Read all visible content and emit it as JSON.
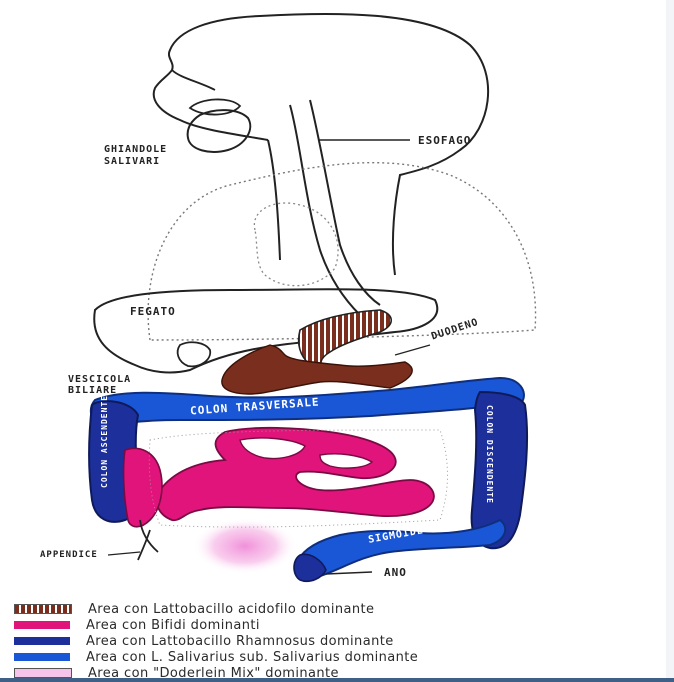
{
  "labels": {
    "salivary": "GHIANDOLE\nSALIVARI",
    "esophagus": "ESOFAGO",
    "liver": "FEGATO",
    "gallbladder": "VESCICOLA\nBILIARE",
    "duodenum": "DUODENO",
    "transverse_colon": "COLON TRASVERSALE",
    "ascending_colon": "COLON ASCENDENTE",
    "descending_colon": "COLON DISCENDENTE",
    "sigmoid": "SIGMOIDE",
    "appendix": "APPENDICE",
    "anus": "ANO"
  },
  "legend": [
    {
      "text": "Area con Lattobacillo acidofilo dominante",
      "color": "#7a2f1e",
      "pattern": "striped"
    },
    {
      "text": "Area con Bifidi dominanti",
      "color": "#e0147a",
      "pattern": "solid"
    },
    {
      "text": "Area con Lattobacillo Rhamnosus dominante",
      "color": "#1d2f9a",
      "pattern": "solid"
    },
    {
      "text": "Area con L. Salivarius sub. Salivarius dominante",
      "color": "#1a57d6",
      "pattern": "solid"
    },
    {
      "text": "Area con \"Doderlein Mix\" dominante",
      "color": "#f6c4ea",
      "pattern": "outline"
    }
  ],
  "colors": {
    "stomach_brown": "#7a2f1e",
    "bifidi_magenta": "#e0147a",
    "rhamnosus_navy": "#1d2f9a",
    "salivarius_blue": "#1a57d6",
    "doderlein_pink": "#f6c4ea",
    "outline": "#222222"
  }
}
